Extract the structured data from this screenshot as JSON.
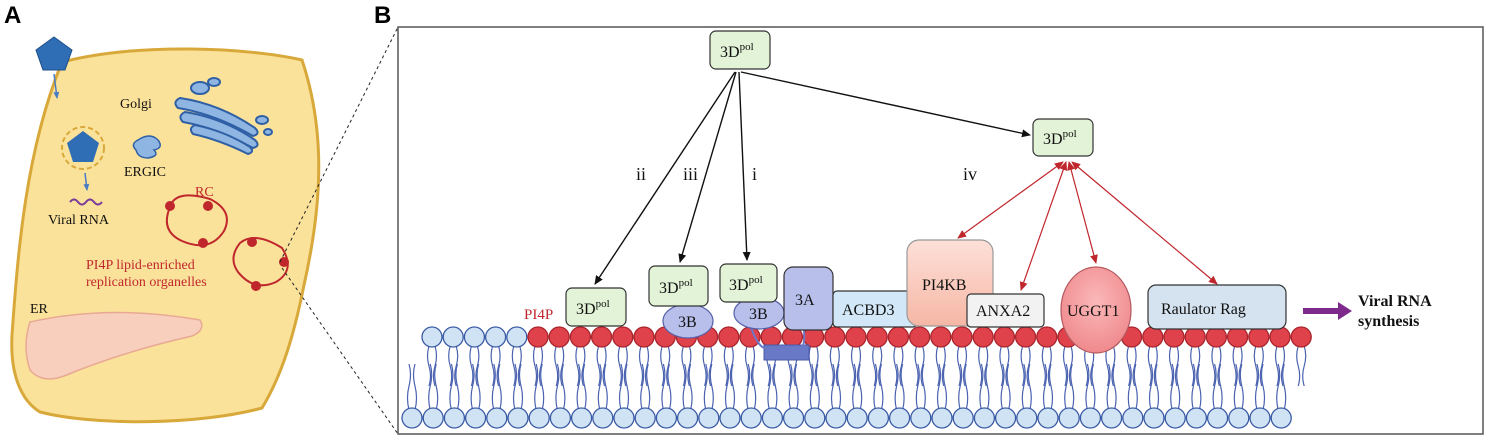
{
  "panel_a": {
    "letter": "A",
    "labels": {
      "golgi": "Golgi",
      "ergic": "ERGIC",
      "viral_rna": "Viral RNA",
      "rc": "RC",
      "pi4p_line1": "PI4P lipid-enriched",
      "pi4p_line2": "replication organelles",
      "er": "ER"
    }
  },
  "panel_b": {
    "letter": "B",
    "pol_main": "3D",
    "pol_sup": "pol",
    "pathway_labels": {
      "i": "i",
      "ii": "ii",
      "iii": "iii",
      "iv": "iv"
    },
    "pi4p_label": "PI4P",
    "proteins": {
      "threeB": "3B",
      "threeA": "3A",
      "acbd3": "ACBD3",
      "pi4kb": "PI4KB",
      "anxa2": "ANXA2",
      "uggt1": "UGGT1",
      "raulator": "Raulator Rag"
    },
    "output_line1": "Viral RNA",
    "output_line2": "synthesis",
    "colors": {
      "pol_box": "#e3f3d7",
      "membrane_red": "#e0424b",
      "membrane_blue": "#cfe3f5",
      "cell_fill": "#fbe29a",
      "arrow_red": "#c0272d",
      "arrow_purple": "#7d2a8c"
    }
  }
}
